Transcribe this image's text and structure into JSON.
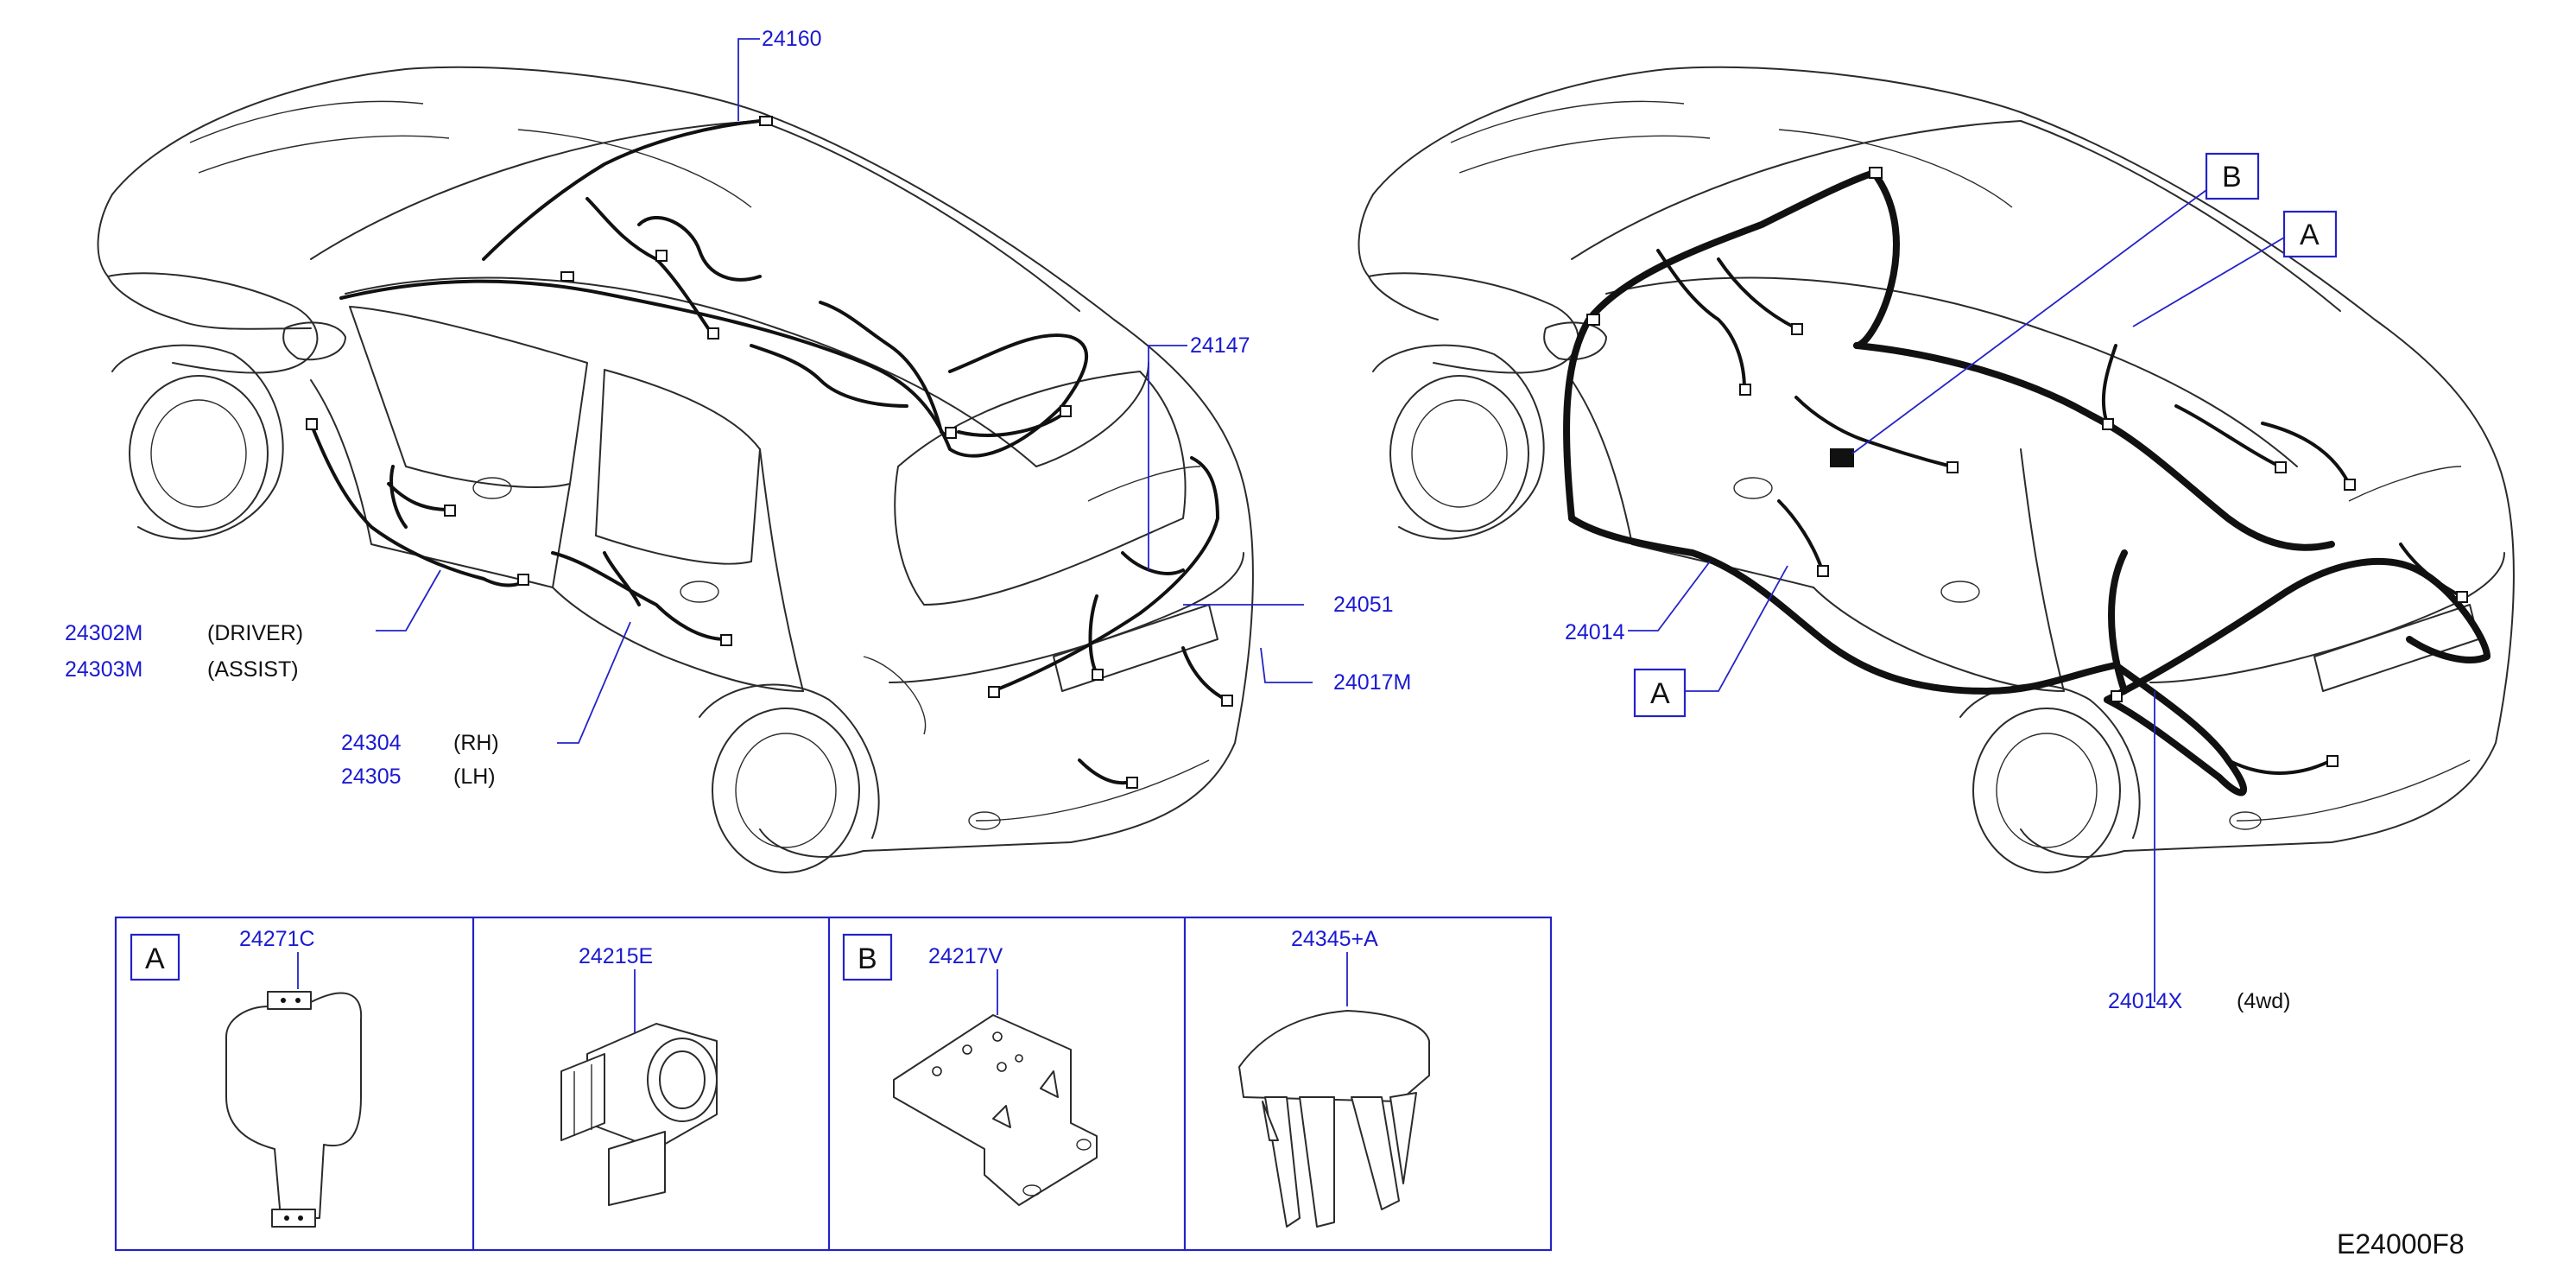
{
  "diagram_code": "E24000F8",
  "left_vehicle": {
    "labels": {
      "p24160": "24160",
      "p24147": "24147",
      "p24051": "24051",
      "p24017m": "24017M",
      "p24302m": "24302M",
      "p24302m_note": "(DRIVER)",
      "p24303m": "24303M",
      "p24303m_note": "(ASSIST)",
      "p24304": "24304",
      "p24304_note": "(RH)",
      "p24305": "24305",
      "p24305_note": "(LH)"
    }
  },
  "right_vehicle": {
    "labels": {
      "p24014": "24014",
      "p24014x": "24014X",
      "p24014x_note": "(4wd)"
    },
    "callouts": {
      "a_top": "A",
      "b_top": "B",
      "a_side": "A"
    }
  },
  "detail_panels": [
    {
      "box": "A",
      "part": "24271C"
    },
    {
      "box": "",
      "part": "24215E"
    },
    {
      "box": "B",
      "part": "24217V"
    },
    {
      "box": "",
      "part": "24345+A"
    }
  ],
  "colors": {
    "label_blue": "#1a1ad2",
    "leader_blue": "#2323c8",
    "line_dark": "#2b2b2b"
  }
}
